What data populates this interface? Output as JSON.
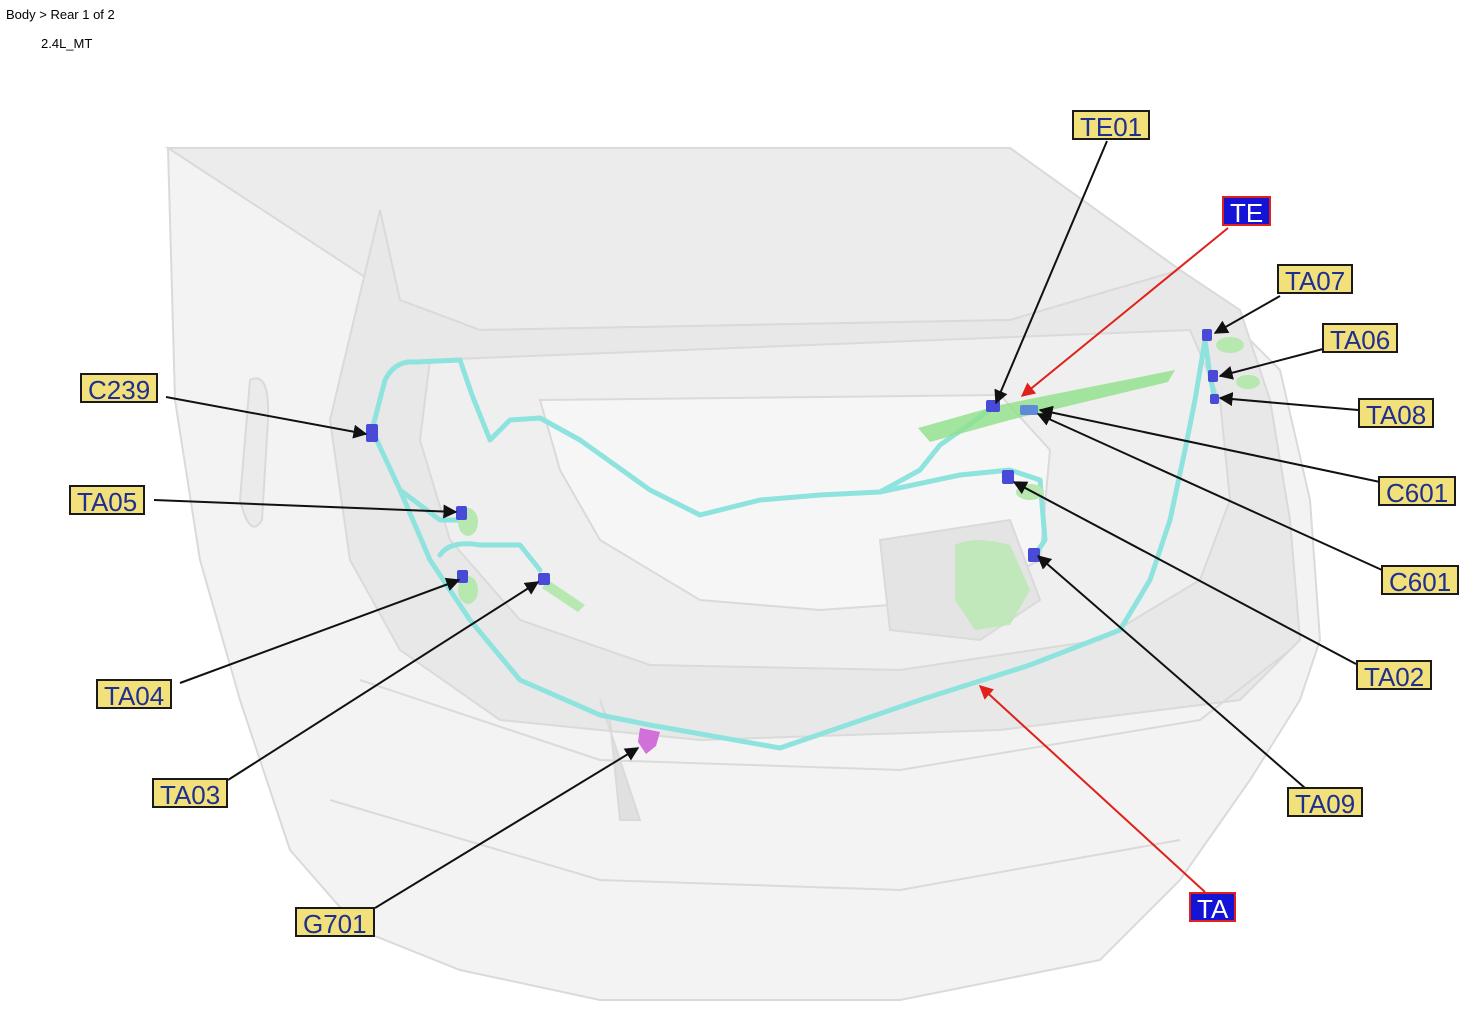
{
  "header": {
    "breadcrumb": "Body > Rear 1 of 2",
    "variant": "2.4L_MT"
  },
  "colors": {
    "connector_label_bg": "#f2e07a",
    "harness_label_bg": "#1414d6",
    "harness_label_border": "#e0201a",
    "harness_wire": "#8fe3df",
    "connector": "#4a4ad8",
    "ground": "#d070d8",
    "component": "#8ee08a"
  },
  "labels": [
    {
      "id": "TE01",
      "text": "TE01",
      "kind": "connector"
    },
    {
      "id": "TE",
      "text": "TE",
      "kind": "harness"
    },
    {
      "id": "TA07",
      "text": "TA07",
      "kind": "connector"
    },
    {
      "id": "TA06",
      "text": "TA06",
      "kind": "connector"
    },
    {
      "id": "TA08",
      "text": "TA08",
      "kind": "connector"
    },
    {
      "id": "C239",
      "text": "C239",
      "kind": "connector"
    },
    {
      "id": "C601a",
      "text": "C601",
      "kind": "connector"
    },
    {
      "id": "TA05",
      "text": "TA05",
      "kind": "connector"
    },
    {
      "id": "C601b",
      "text": "C601",
      "kind": "connector"
    },
    {
      "id": "TA02",
      "text": "TA02",
      "kind": "connector"
    },
    {
      "id": "TA04",
      "text": "TA04",
      "kind": "connector"
    },
    {
      "id": "TA03",
      "text": "TA03",
      "kind": "connector"
    },
    {
      "id": "TA09",
      "text": "TA09",
      "kind": "connector"
    },
    {
      "id": "TA",
      "text": "TA",
      "kind": "harness"
    },
    {
      "id": "G701",
      "text": "G701",
      "kind": "connector"
    }
  ]
}
